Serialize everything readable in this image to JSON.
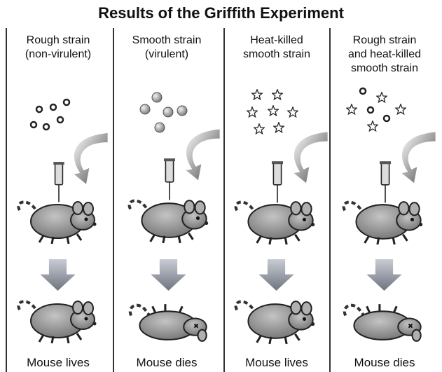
{
  "title": "Results of the Griffith Experiment",
  "columns": [
    {
      "label": "Rough strain\n(non-virulent)",
      "outcome": "Mouse lives",
      "bacteria": "rough",
      "mouse_state": "alive"
    },
    {
      "label": "Smooth strain\n(virulent)",
      "outcome": "Mouse dies",
      "bacteria": "smooth",
      "mouse_state": "dead"
    },
    {
      "label": "Heat-killed\nsmooth strain",
      "outcome": "Mouse lives",
      "bacteria": "heat-killed-smooth",
      "mouse_state": "alive"
    },
    {
      "label": "Rough strain\nand heat-killed\nsmooth strain",
      "outcome": "Mouse dies",
      "bacteria": "mixed",
      "mouse_state": "dead"
    }
  ],
  "colors": {
    "text": "#111111",
    "mouse_body": "#9a9a9a",
    "arrow": "#8a8a8a",
    "divider": "#333333"
  }
}
